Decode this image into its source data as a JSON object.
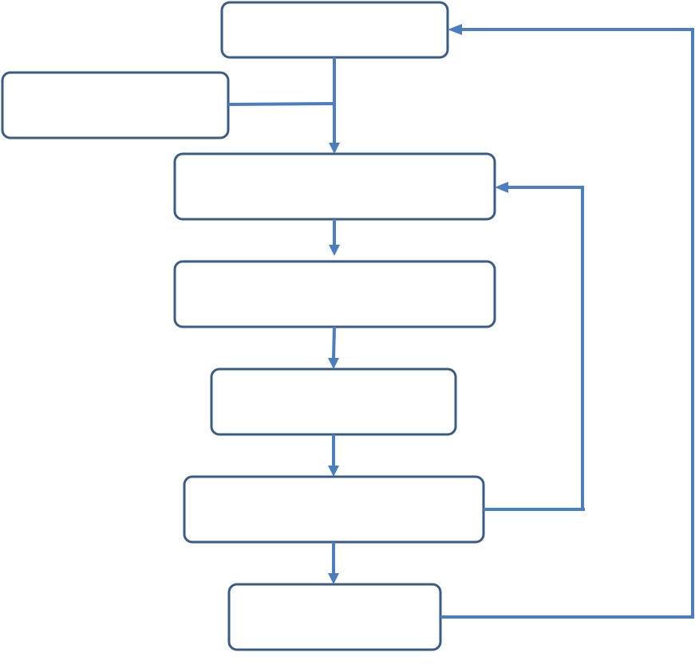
{
  "diagram": {
    "box_stroke": "#3a5b85",
    "connector_color": "#4a7ebf",
    "boxes": [
      {
        "id": "top",
        "label": ""
      },
      {
        "id": "side-input",
        "label": ""
      },
      {
        "id": "step-1",
        "label": ""
      },
      {
        "id": "step-2",
        "label": ""
      },
      {
        "id": "step-3",
        "label": ""
      },
      {
        "id": "step-4",
        "label": ""
      },
      {
        "id": "bottom",
        "label": ""
      }
    ],
    "connectors": [
      {
        "from": "top",
        "to": "step-1"
      },
      {
        "from": "side-input",
        "to": "step-1"
      },
      {
        "from": "step-1",
        "to": "step-2"
      },
      {
        "from": "step-2",
        "to": "step-3"
      },
      {
        "from": "step-3",
        "to": "step-4"
      },
      {
        "from": "step-4",
        "to": "bottom"
      },
      {
        "from": "step-4",
        "to": "step-1",
        "kind": "feedback"
      },
      {
        "from": "bottom",
        "to": "top",
        "kind": "feedback"
      }
    ]
  }
}
